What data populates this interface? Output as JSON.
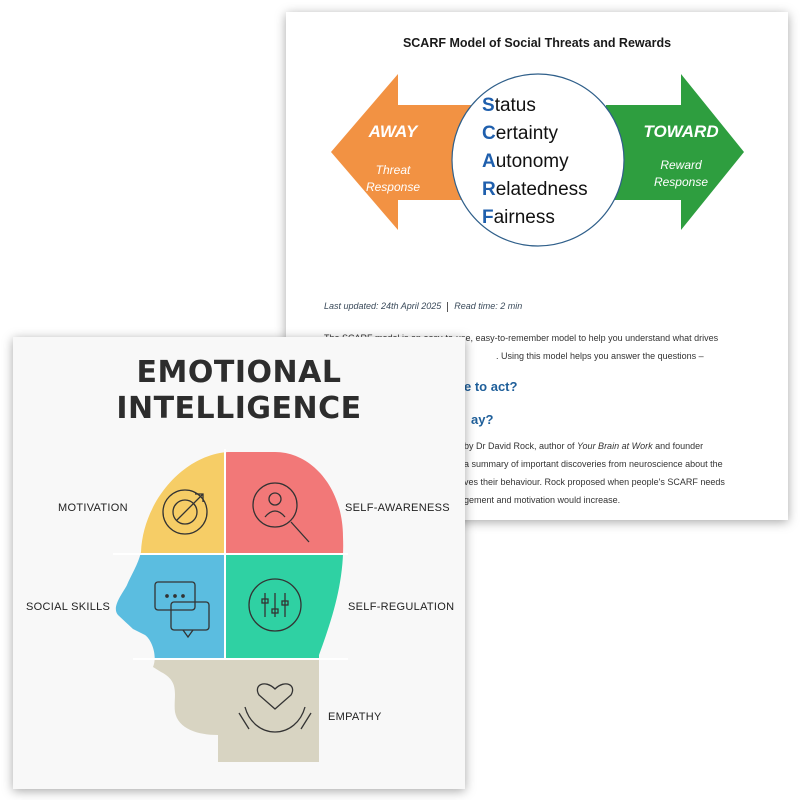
{
  "scarf": {
    "title": "SCARF Model of Social Threats and Rewards",
    "away": {
      "label": "AWAY",
      "sub1": "Threat",
      "sub2": "Response",
      "color": "#f29243"
    },
    "toward": {
      "label": "TOWARD",
      "sub1": "Reward",
      "sub2": "Response",
      "color": "#2e9e3f"
    },
    "items": [
      {
        "first": "S",
        "rest": "tatus"
      },
      {
        "first": "C",
        "rest": "ertainty"
      },
      {
        "first": "A",
        "rest": "utonomy"
      },
      {
        "first": "R",
        "rest": "elatedness"
      },
      {
        "first": "F",
        "rest": "airness"
      }
    ],
    "accent_color": "#1f5fad"
  },
  "article": {
    "last_updated": "Last updated: 24th April 2025",
    "read_time": "Read time: 2 min",
    "para1_line1": "The SCARF model is an easy-to-use, easy-to-remember model to help you understand what drives",
    "para1_line2": ". Using this model helps you answer the questions –",
    "q1": "e to act?",
    "q2": "ay?",
    "para2_line1a": "by Dr David Rock, author of ",
    "para2_line1_book": "Your Brain at Work",
    "para2_line1b": " and founder",
    "para2_line2": "a summary of important discoveries from neuroscience about the",
    "para2_line3": "ves their behaviour. Rock proposed when people's SCARF needs",
    "para2_line4": "gement and motivation would increase."
  },
  "ei": {
    "title_line1": "EMOTIONAL",
    "title_line2": "INTELLIGENCE",
    "labels": {
      "motivation": "MOTIVATION",
      "self_awareness": "SELF-AWARENESS",
      "social_skills": "SOCIAL SKILLS",
      "self_regulation": "SELF-REGULATION",
      "empathy": "EMPATHY"
    },
    "colors": {
      "motivation": "#f6cd66",
      "self_awareness": "#f27878",
      "social_skills": "#5bbde0",
      "self_regulation": "#2fd1a3",
      "empathy": "#d8d4c2"
    }
  }
}
